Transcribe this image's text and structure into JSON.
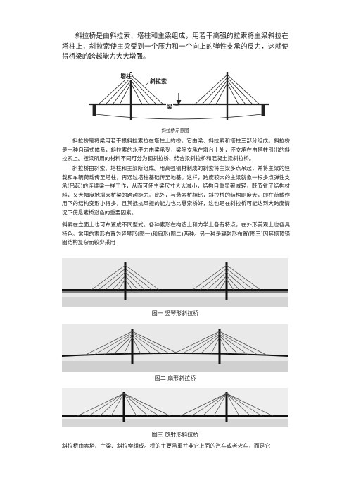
{
  "intro": "斜拉桥是由斜拉索、塔柱和主梁组成，用若干高强的拉索将主梁斜拉在塔柱上，斜拉索使主梁受到一个压力和一个向上的弹性支承的反力，这就使得桥梁的跨越能力大大增强。",
  "diagram": {
    "label_tower": "塔柱",
    "label_cable": "斜拉索",
    "label_beam": "梁",
    "caption": "斜拉桥示意图"
  },
  "body": [
    "斜拉桥是将梁用若干根斜拉索拉在塔柱上的桥。它由梁、斜拉索和塔柱三部分组成。斜拉桥是一种自锚式体系，斜拉索的水平力由梁承受，梁除支承在墩台上外，还支承在由塔柱引出的斜拉索上。按梁所用的材料不同可分为钢斜拉桥、结合梁斜拉桥和混凝土梁斜拉桥。",
    "斜拉桥由斜索、塔柱和主梁所组成。用高强钢材制成的斜索将主梁多点吊起，并将主梁的恒载和车辆荷载传至塔柱，再通过塔柱基础传至地基。这样，跨度较大的主梁就象一根多点弹性支承(吊起)的连续梁一样工作，从而可使主梁尺寸大大减小，结构自重显著减轻，既节省了结构材料，又大幅度地增大桥梁的跨越能力。此外，与悬索桥相比，斜拉桥的结构刚度大，即在荷载作用下的结构变形小得多，且其抵抗风振的能力也比悬索桥好，这也是在斜拉桥可能达到大跨度情况下使悬索桥逊色的重要因素。"
  ],
  "arrangement": "斜索在立面上也可布置成不同型式。各种索形在构造上和力学上各有特点，在外形美观上也各具特色。常用的索形布置为竖琴形(图一)和扇形(图二)两种。另一种是辐射形布置(图三)因其塔顶锚固结构复杂而较少采用",
  "figures": [
    {
      "caption": "图一  竖琴形斜拉桥"
    },
    {
      "caption": "图二  扇形斜拉桥"
    },
    {
      "caption": "图三  放射形斜拉桥"
    }
  ],
  "tail": "斜拉桥由索塔、主梁、斜拉索组成。桥的主要承重并非它上面的汽车或者火车，而是它"
}
